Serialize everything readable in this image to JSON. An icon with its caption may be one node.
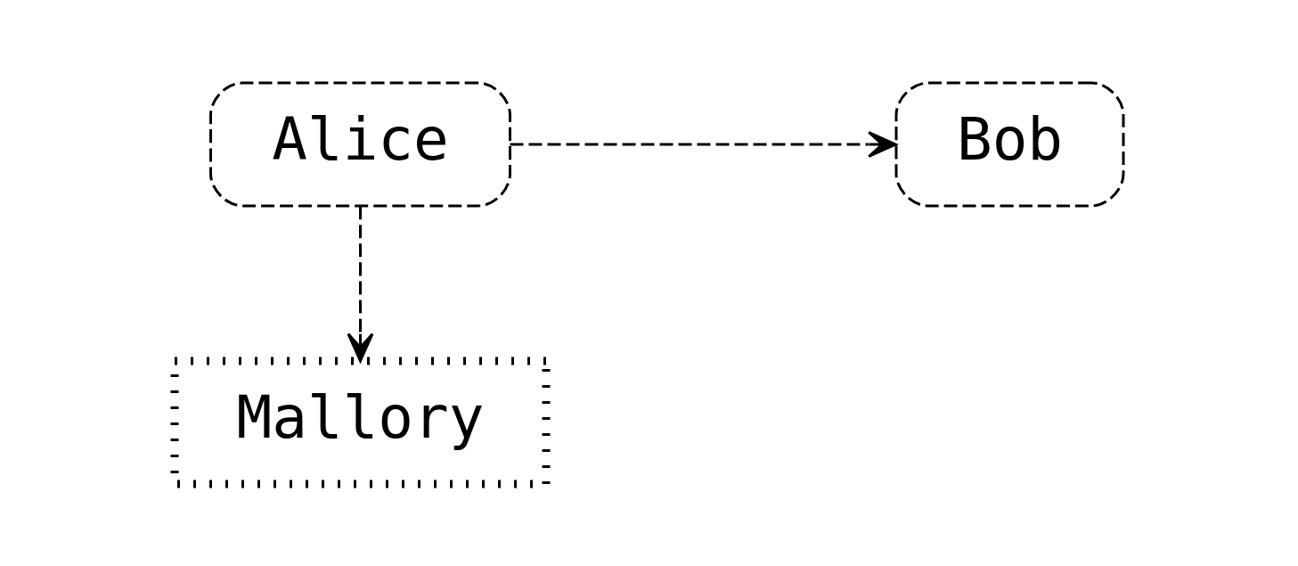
{
  "diagram": {
    "nodes": [
      {
        "text": [
          "Alice"
        ]
      },
      {
        "text": [
          "Bob"
        ]
      },
      {
        "text": [
          "Mallory"
        ]
      }
    ],
    "edges": [
      {
        "from": 0,
        "to": 1,
        "arrow": "to",
        "style": "dashed"
      },
      {
        "from": 0,
        "to": 2,
        "arrow": "to",
        "style": "dashed"
      }
    ]
  }
}
